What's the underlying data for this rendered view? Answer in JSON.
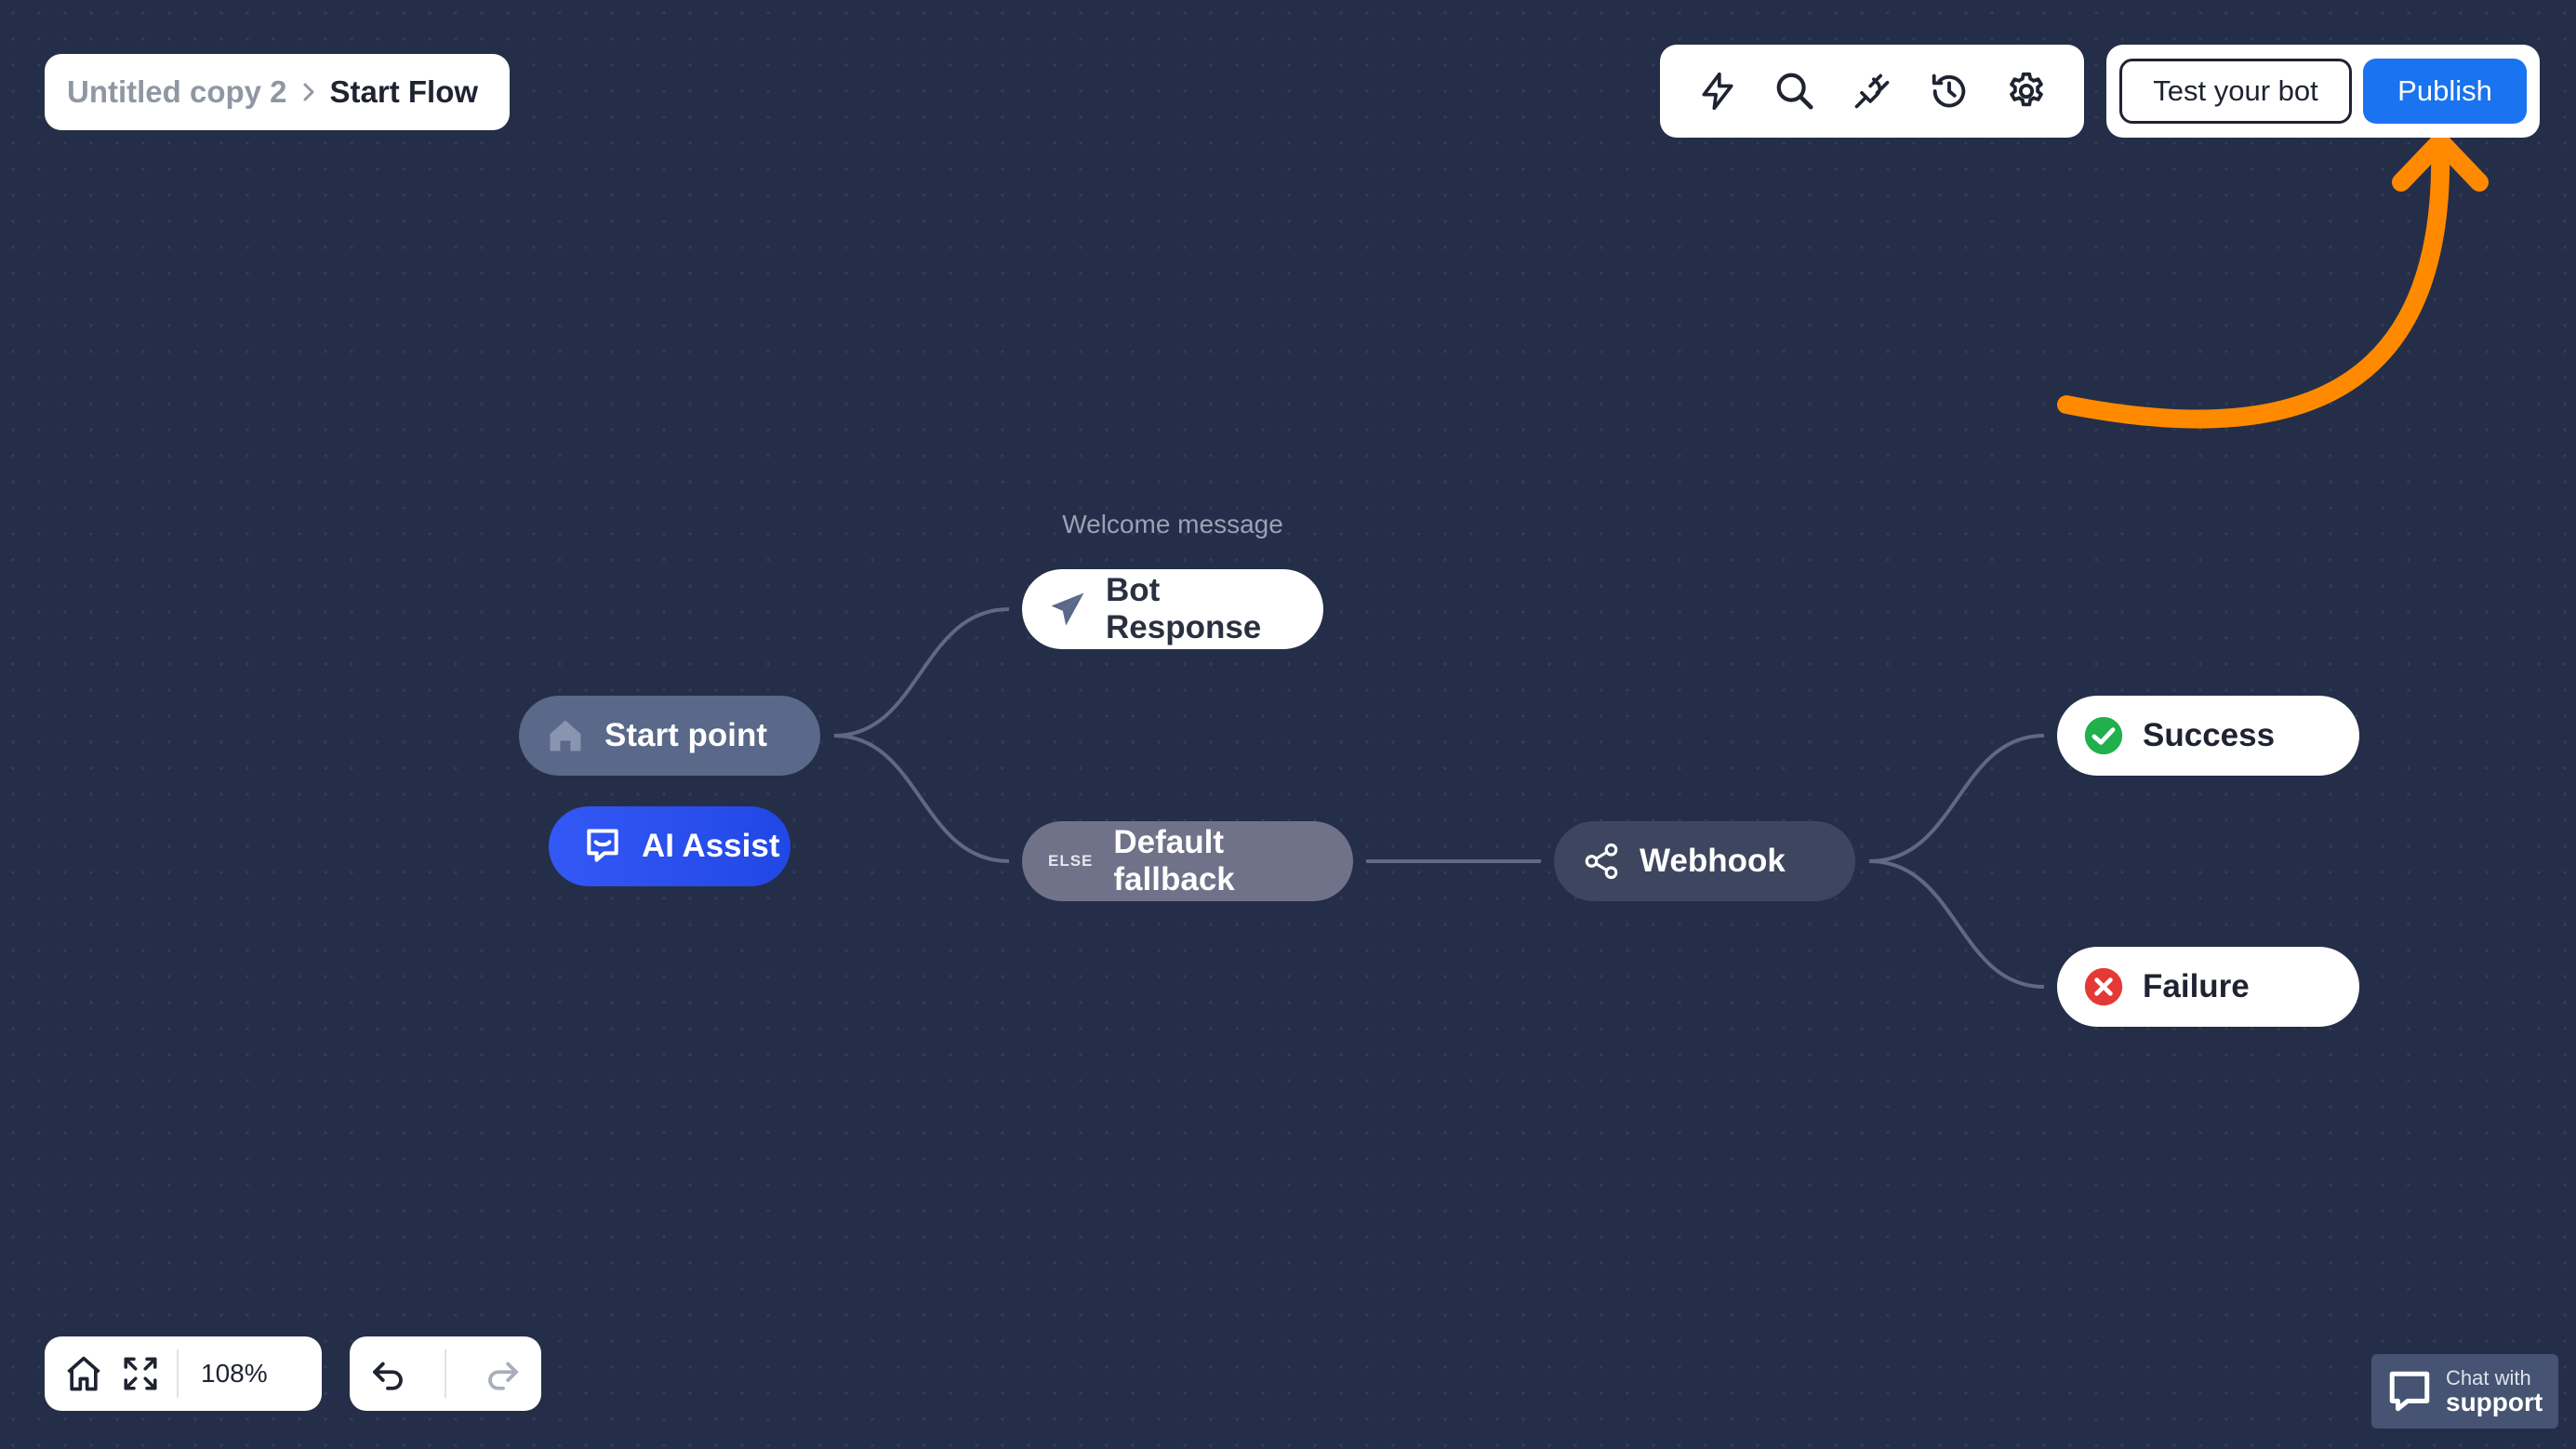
{
  "breadcrumb": {
    "parent": "Untitled copy 2",
    "current": "Start Flow"
  },
  "toolbar": {
    "tools": [
      {
        "icon": "lightning-icon"
      },
      {
        "icon": "search-icon"
      },
      {
        "icon": "plug-icon"
      },
      {
        "icon": "history-icon"
      },
      {
        "icon": "gear-icon"
      }
    ],
    "test_label": "Test your bot",
    "publish_label": "Publish"
  },
  "flow": {
    "start_label": "Start point",
    "ai_label": "AI Assist",
    "welcome_caption": "Welcome message",
    "bot_label": "Bot Response",
    "else_tag": "ELSE",
    "fallback_label": "Default fallback",
    "webhook_label": "Webhook",
    "success_label": "Success",
    "failure_label": "Failure"
  },
  "bottom": {
    "zoom": "108%"
  },
  "support": {
    "line1": "Chat with",
    "line2": "support"
  },
  "colors": {
    "background": "#252e48",
    "accent": "#1a73f0",
    "annotation_arrow": "#ff8a00",
    "success": "#21b04b",
    "failure": "#e53935",
    "ai_assist": "#2b50ee"
  }
}
